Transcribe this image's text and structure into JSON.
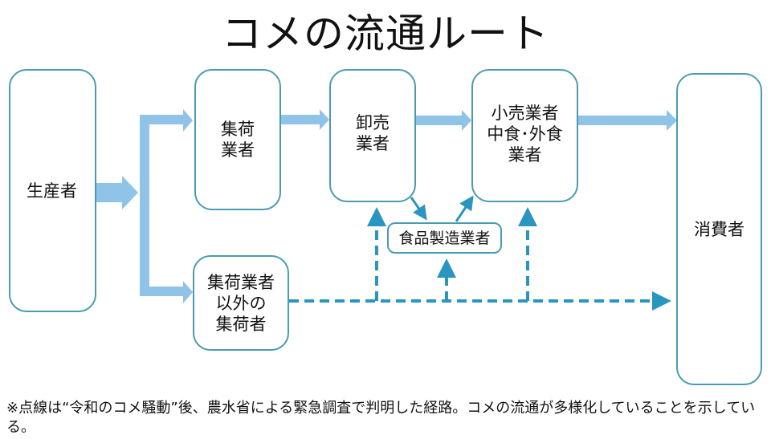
{
  "title": "コメの流通ルート",
  "nodes": {
    "producer": "生産者",
    "collector": "集荷\n業者",
    "wholesaler": "卸売\n業者",
    "retailer": "小売業者\n中食･外食\n業者",
    "consumer": "消費者",
    "other_collector": "集荷業者\n以外の\n集荷者",
    "food_manufacturer": "食品製造業者"
  },
  "colors": {
    "box_border": "#4a9bb0",
    "solid_arrow": "#8fc3e8",
    "dashed_arrow": "#2a96c0"
  },
  "note": "※点線は“令和のコメ騒動”後、農水省による緊急調査で判明した経路。コメの流通が多様化していることを示している。"
}
